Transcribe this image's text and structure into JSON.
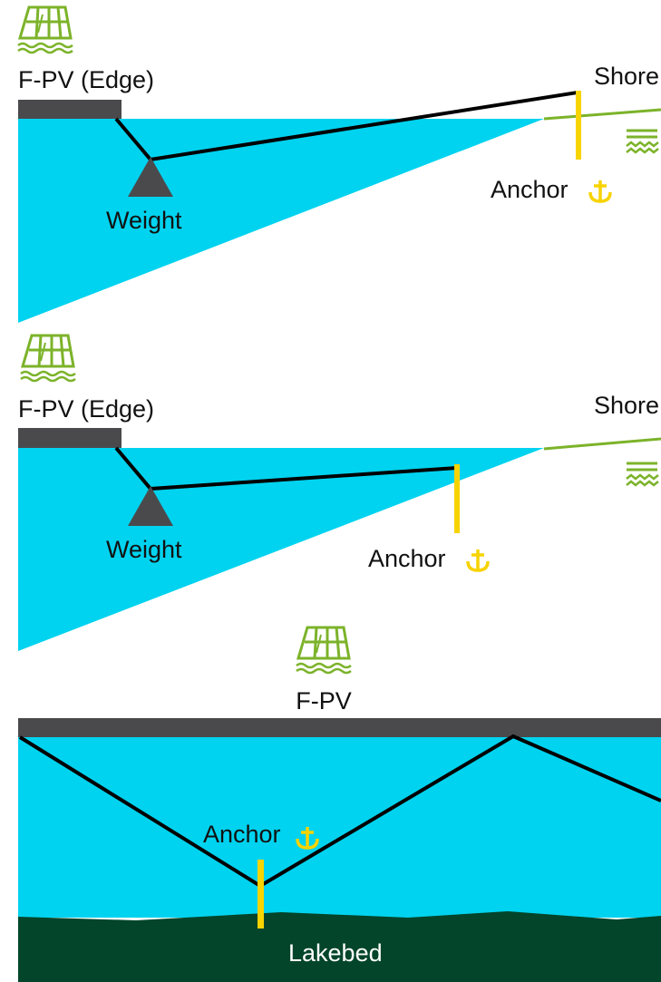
{
  "panel1": {
    "fpv_label": "F-PV (Edge)",
    "weight_label": "Weight",
    "anchor_label": "Anchor",
    "shore_label": "Shore",
    "icons": [
      "solar-panel-icon",
      "water-waves-icon",
      "anchor-icon"
    ]
  },
  "panel2": {
    "fpv_label": "F-PV (Edge)",
    "weight_label": "Weight",
    "anchor_label": "Anchor",
    "shore_label": "Shore",
    "icons": [
      "solar-panel-icon",
      "water-waves-icon",
      "anchor-icon"
    ]
  },
  "panel3": {
    "fpv_label": "F-PV",
    "anchor_label": "Anchor",
    "lakebed_label": "Lakebed",
    "icons": [
      "solar-panel-icon",
      "anchor-icon"
    ]
  },
  "colors": {
    "water": "#00d3ef",
    "platform": "#4a4a4d",
    "anchor": "#f7d300",
    "shore": "#7cb32a",
    "icon_green": "#7cb32a",
    "lakebed": "#02452a",
    "line": "#000000"
  }
}
